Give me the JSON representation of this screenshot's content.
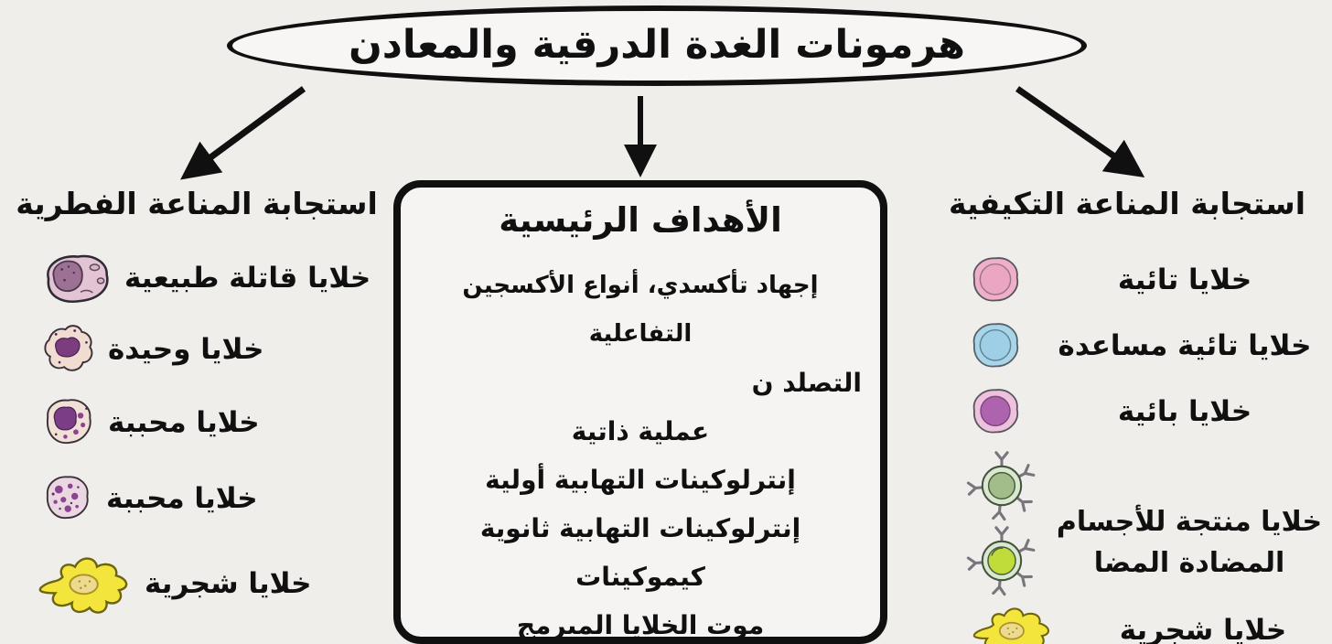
{
  "title": "هرمونات الغدة الدرقية والمعادن",
  "left": {
    "heading": "استجابة المناعة الفطرية",
    "items": [
      {
        "label": "خلايا قاتلة طبيعية",
        "icon": "natural-killer-cell"
      },
      {
        "label": "خلايا وحيدة",
        "icon": "monocyte"
      },
      {
        "label": "خلايا محببة",
        "icon": "granulocyte"
      },
      {
        "label": "خلايا محببة",
        "icon": "granulocyte-dotted"
      },
      {
        "label": "خلايا شجرية",
        "icon": "dendritic-cell"
      }
    ]
  },
  "center": {
    "heading": "الأهداف الرئيسية",
    "lines": [
      "إجهاد تأكسدي، أنواع الأكسجين التفاعلية",
      "التصلد ن",
      "عملية ذاتية",
      "إنترلوكينات التهابية أولية",
      "إنترلوكينات التهابية ثانوية",
      "كيموكينات",
      "موت الخلايا المبرمج"
    ]
  },
  "right": {
    "heading": "استجابة المناعة التكيفية",
    "items": [
      {
        "label": "خلايا تائية",
        "icon": "t-cell"
      },
      {
        "label": "خلايا تائية مساعدة",
        "icon": "helper-t-cell"
      },
      {
        "label": "خلايا بائية",
        "icon": "b-cell"
      }
    ],
    "antibody_block": {
      "line1": "خلايا منتجة للأجسام",
      "line2": "المضادة المضا",
      "icons": [
        "antibody-producing-cell",
        "antibody-producing-cell-active"
      ]
    },
    "dendritic_label": "خلايا شجرية"
  },
  "colors": {
    "background": "#f0eeeb",
    "ink": "#101010",
    "nk_body": "#e3c4d4",
    "nk_nucleus": "#9c7194",
    "monocyte_body": "#f1dcd2",
    "monocyte_nucleus": "#7b3d80",
    "granulocyte_body": "#f1e0d6",
    "granulocyte_nucleus": "#7b3d85",
    "granulocyte2_body": "#ead7e2",
    "granulocyte2_dots": "#8c4490",
    "dendritic_body": "#f4e53c",
    "dendritic_nucleus": "#eeda8e",
    "t_cell": "#edb0c8",
    "helper_t_cell": "#a9d5e9",
    "b_cell_nucleus": "#ae63ae",
    "antibody_cell_ring": "#d9e9cf",
    "antibody_cell_nucleus": "#a2bd89",
    "antibody_cell_active_nucleus": "#c0dc3a"
  }
}
